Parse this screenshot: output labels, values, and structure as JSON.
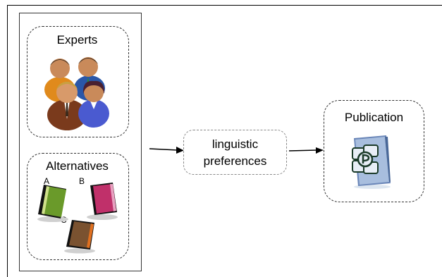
{
  "experts": {
    "title": "Experts"
  },
  "alternatives": {
    "title": "Alternatives",
    "items": [
      {
        "label": "A",
        "color": "#6a9a2a"
      },
      {
        "label": "B",
        "color": "#c0306a"
      },
      {
        "label": "C",
        "color": "#7a5230"
      }
    ]
  },
  "center": {
    "line1": "linguistic",
    "line2": "preferences"
  },
  "publication": {
    "title": "Publication"
  },
  "colors": {
    "border": "#333333",
    "light_border": "#888888"
  }
}
